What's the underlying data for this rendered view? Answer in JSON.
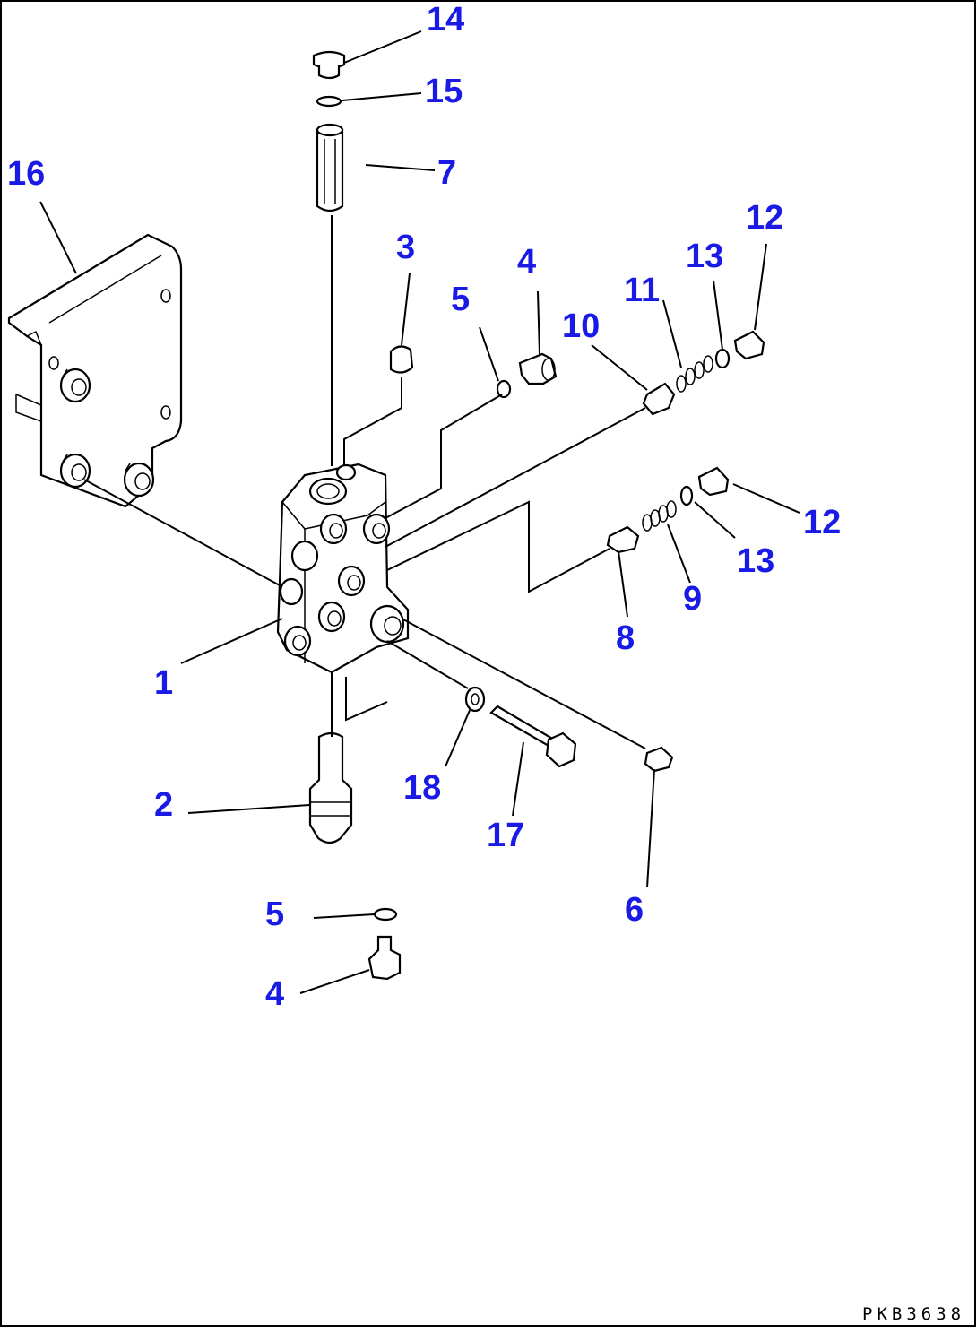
{
  "drawing_code": "PKB3638",
  "callouts": {
    "c14": "14",
    "c15": "15",
    "c7": "7",
    "c16": "16",
    "c3": "3",
    "c4_top": "4",
    "c5_top": "5",
    "c10": "10",
    "c11": "11",
    "c13_top": "13",
    "c12_top": "12",
    "c12_mid": "12",
    "c13_mid": "13",
    "c9": "9",
    "c8": "8",
    "c1": "1",
    "c18": "18",
    "c17": "17",
    "c2": "2",
    "c6": "6",
    "c5_bot": "5",
    "c4_bot": "4"
  }
}
